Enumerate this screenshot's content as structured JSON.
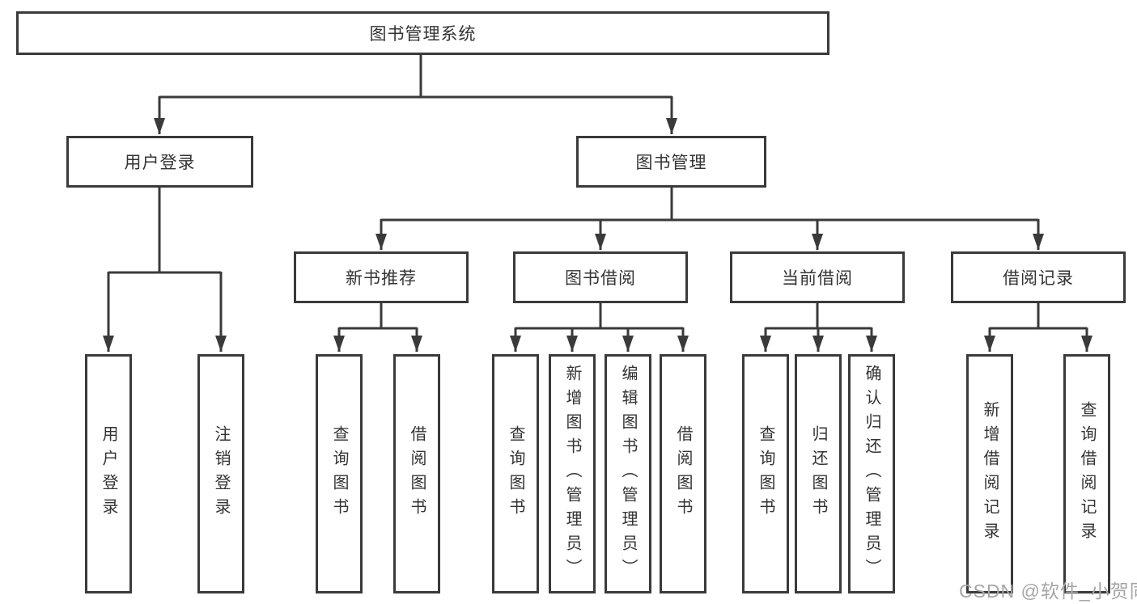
{
  "diagram": {
    "root": "图书管理系统",
    "level1": [
      "用户登录",
      "图书管理"
    ],
    "level2": [
      "新书推荐",
      "图书借阅",
      "当前借阅",
      "借阅记录"
    ],
    "leaves": [
      "用户登录",
      "注销登录",
      "查询图书",
      "借阅图书",
      "查询图书",
      "新增图书（管理员）",
      "编辑图书（管理员）",
      "借阅图书",
      "查询图书",
      "归还图书",
      "确认归还（管理员）",
      "新增借阅记录",
      "查询借阅记录"
    ]
  },
  "watermark": "CSDN @软件_小贺同学",
  "colors": {
    "line": "#3a3a3a",
    "text": "#333333",
    "watermark_gray": "#a6a6a6",
    "background": "#ffffff"
  }
}
